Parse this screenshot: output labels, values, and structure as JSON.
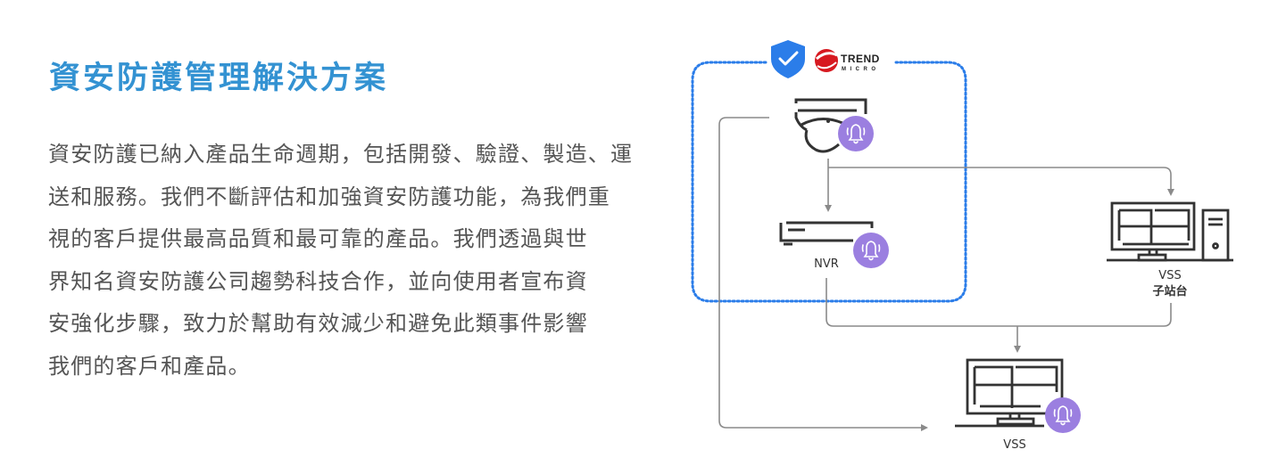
{
  "heading": "資安防護管理解決方案",
  "description_lines": [
    "資安防護已納入產品生命週期，包括開發、驗證、製造、運",
    "送和服務。我們不斷評估和加強資安防護功能，為我們重",
    "視的客戶提供最高品質和最可靠的產品。我們透過與世",
    "界知名資安防護公司趨勢科技合作，並向使用者宣布資",
    "安強化步驟，致力於幫助有效減少和避免此類事件影響",
    "我們的客戶和產品。"
  ],
  "diagram": {
    "partner_logo": {
      "word1": "TREND",
      "word2": "MICRO",
      "color": "#d71920"
    },
    "shield_color": "#2b7de9",
    "protected_zone_color": "#2b7de9",
    "alert_badge_color": "#9b7fe0",
    "nodes": {
      "camera": {
        "label": ""
      },
      "nvr": {
        "label": "NVR"
      },
      "vss_sub": {
        "label_line1": "VSS",
        "label_line2": "子站台"
      },
      "vss": {
        "label": "VSS"
      }
    }
  }
}
